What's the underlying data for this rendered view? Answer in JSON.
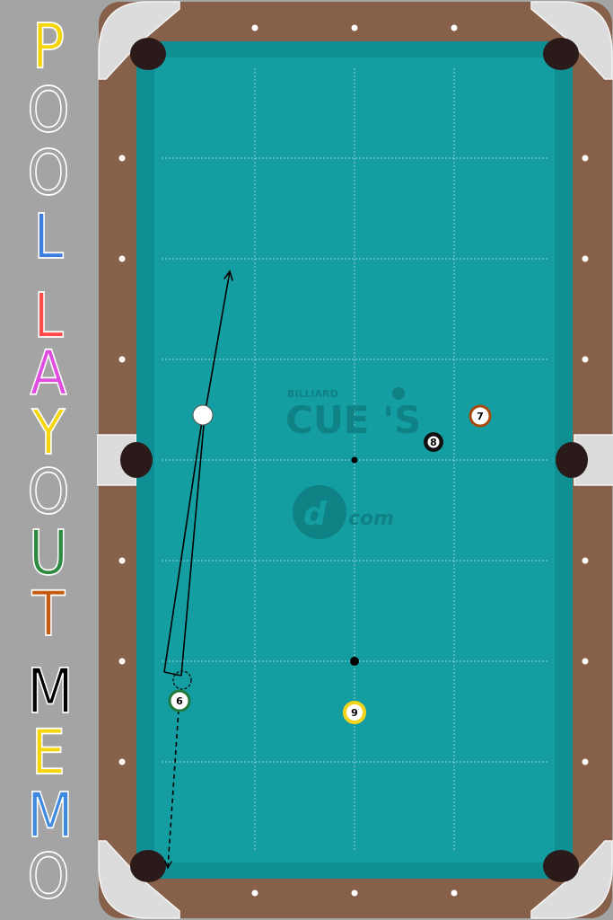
{
  "sidebar": {
    "title_letters": [
      {
        "char": "P",
        "color": "#f5d60a"
      },
      {
        "char": "O",
        "color": "#a4a4a4"
      },
      {
        "char": "O",
        "color": "#a4a4a4"
      },
      {
        "char": "L",
        "color": "#3d7fe0"
      },
      {
        "char": "L",
        "color": "#ff4a4a"
      },
      {
        "char": "A",
        "color": "#e14ce0"
      },
      {
        "char": "Y",
        "color": "#f5d60a"
      },
      {
        "char": "O",
        "color": "#a4a4a4"
      },
      {
        "char": "U",
        "color": "#2e8a3e"
      },
      {
        "char": "T",
        "color": "#c45a10"
      },
      {
        "char": "M",
        "color": "#000000"
      },
      {
        "char": "E",
        "color": "#f5d60a"
      },
      {
        "char": "M",
        "color": "#3d8ae0"
      },
      {
        "char": "O",
        "color": "#a4a4a4"
      }
    ]
  },
  "table": {
    "cloth_color": "#149ea1",
    "rail_color": "#87604a",
    "logo": {
      "top": "BILLIARD",
      "main": "CUE 'S",
      "bottom": "com"
    },
    "balls": [
      {
        "number": "6",
        "kind": "stripe",
        "color": "#1f7a3c"
      },
      {
        "number": "7",
        "kind": "stripe",
        "color": "#a84a10"
      },
      {
        "number": "8",
        "kind": "solid",
        "color": "#111111"
      },
      {
        "number": "9",
        "kind": "stripe",
        "color": "#f4d41a"
      }
    ]
  }
}
